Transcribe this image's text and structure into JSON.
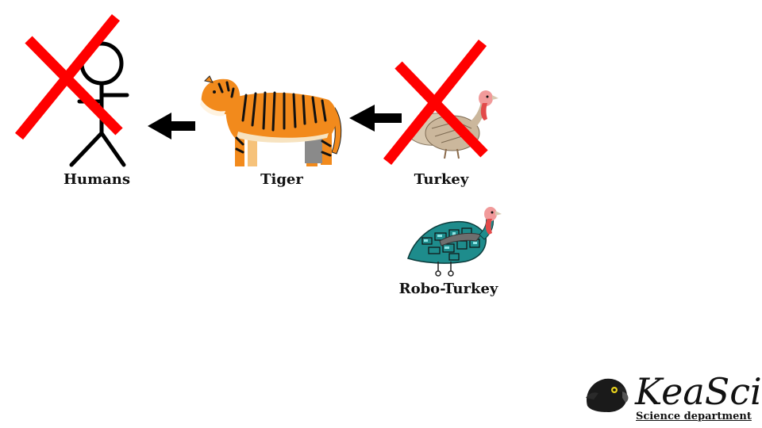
{
  "diagram": {
    "nodes": [
      {
        "id": "humans",
        "label": "Humans",
        "crossed_out": true
      },
      {
        "id": "tiger",
        "label": "Tiger",
        "crossed_out": false
      },
      {
        "id": "turkey",
        "label": "Turkey",
        "crossed_out": true
      },
      {
        "id": "robo_turkey",
        "label": "Robo-Turkey",
        "crossed_out": false
      }
    ],
    "edges": [
      {
        "from": "tiger",
        "to": "humans"
      },
      {
        "from": "turkey",
        "to": "tiger"
      }
    ],
    "colors": {
      "cross": "#ff0000",
      "arrow": "#000000",
      "tiger": "#f28a1c",
      "robo_turkey": "#1e8c8c"
    }
  },
  "branding": {
    "logo_text": "KeaSci",
    "subtitle": "Science department"
  }
}
